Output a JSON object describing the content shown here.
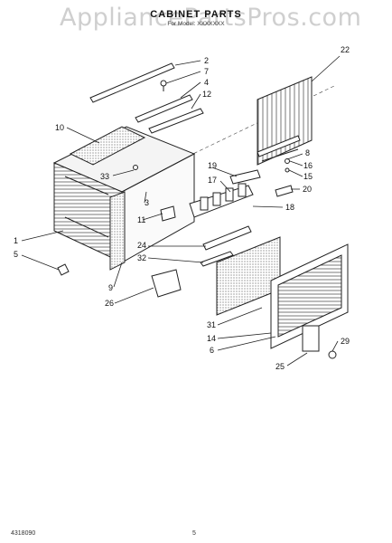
{
  "watermark": "AppliancePartsPros.com",
  "header": {
    "title": "CABINET PARTS",
    "subtitle": "For Model: XXXXXXX"
  },
  "callouts": {
    "c2": "2",
    "c7": "7",
    "c4": "4",
    "c12": "12",
    "c10": "10",
    "c22": "22",
    "c33": "33",
    "c3": "3",
    "c11": "11",
    "c1": "1",
    "c5": "5",
    "c9": "9",
    "c26": "26",
    "c32": "32",
    "c24": "24",
    "c19": "19",
    "c17": "17",
    "c18": "18",
    "c20": "20",
    "c8": "8",
    "c16": "16",
    "c15": "15",
    "c31": "31",
    "c14": "14",
    "c6": "6",
    "c29": "29",
    "c25": "25"
  },
  "footer": {
    "code": "4318090",
    "page": "5"
  }
}
